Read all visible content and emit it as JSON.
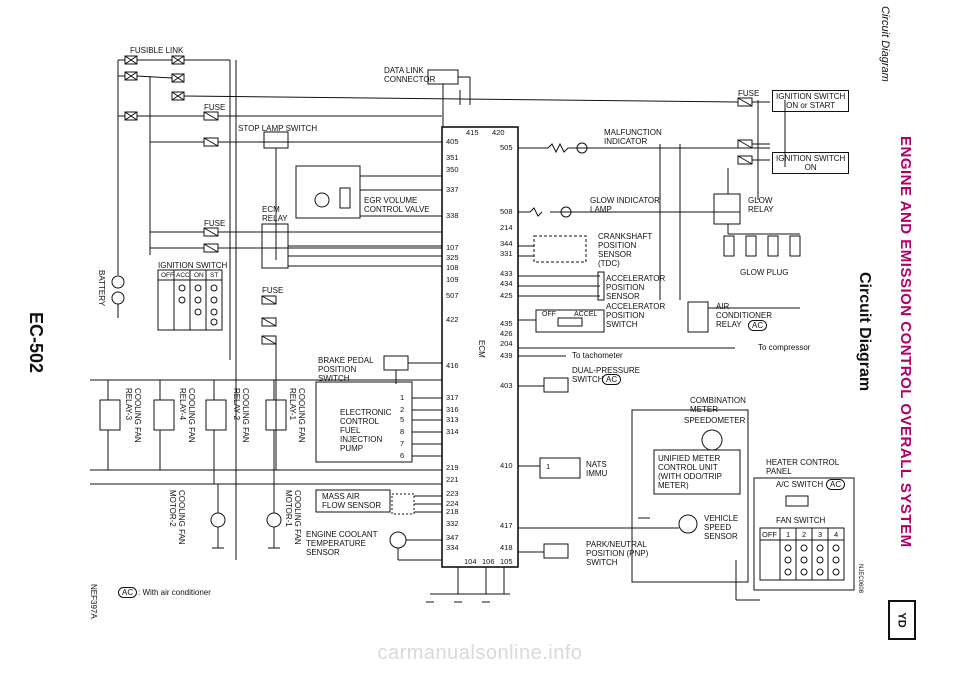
{
  "header": {
    "category": "Circuit Diagram",
    "title": "ENGINE AND EMISSION CONTROL OVERALL SYSTEM",
    "engine_code": "YD"
  },
  "diagram": {
    "title": "Circuit Diagram",
    "page_number": "EC-502",
    "figure_id": "NEF397A",
    "figure_id_right": "NJEC0608",
    "legend": ": With air conditioner",
    "ecm_label": "ECM",
    "labels": {
      "fusible_link": "FUSIBLE LINK",
      "fuse": "FUSE",
      "battery": "BATTERY",
      "ignition_switch": "IGNITION SWITCH",
      "ign_positions": [
        "OFF",
        "ACC",
        "ON",
        "ST"
      ],
      "stop_lamp": "STOP LAMP SWITCH",
      "ecm_relay": "ECM\nRELAY",
      "egr": "EGR VOLUME\nCONTROL VALVE",
      "dlc": "DATA LINK\nCONNECTOR",
      "ign_on_start": "IGNITION SWITCH\nON or START",
      "ign_on": "IGNITION SWITCH\nON",
      "malfunction": "MALFUNCTION\nINDICATOR",
      "glow_lamp": "GLOW INDICATOR\nLAMP",
      "glow_relay": "GLOW\nRELAY",
      "glow_plug": "GLOW PLUG",
      "ckp": "CRANKSHAFT\nPOSITION\nSENSOR\n(TDC)",
      "app": "ACCELERATOR\nPOSITION\nSENSOR",
      "aps": "ACCELERATOR\nPOSITION\nSWITCH",
      "off": "OFF",
      "accel": "ACCEL",
      "ac_relay": "AIR\nCONDITIONER\nRELAY",
      "to_compressor": "To compressor",
      "to_tachometer": "To tachometer",
      "dual_pressure": "DUAL-PRESSURE\nSWITCH",
      "brake_pedal": "BRAKE PEDAL\nPOSITION\nSWITCH",
      "efip": "ELECTRONIC\nCONTROL\nFUEL\nINJECTION\nPUMP",
      "combo_meter": "COMBINATION\nMETER",
      "speedometer": "SPEEDOMETER",
      "unified_meter": "UNIFIED METER\nCONTROL UNIT\n(WITH ODO/TRIP\nMETER)",
      "nats": "NATS\nIMMU",
      "vss": "VEHICLE\nSPEED\nSENSOR",
      "pnp": "PARK/NEUTRAL\nPOSITION (PNP)\nSWITCH",
      "maf": "MASS AIR\nFLOW SENSOR",
      "ect": "ENGINE COOLANT\nTEMPERATURE\nSENSOR",
      "heater_panel": "HEATER CONTROL\nPANEL",
      "ac_switch": "A/C SWITCH",
      "fan_switch": "FAN SWITCH",
      "fan_positions": [
        "OFF",
        "1",
        "2",
        "3",
        "4"
      ],
      "fan_relay_3": "COOLING FAN\nRELAY-3",
      "fan_relay_4": "COOLING FAN\nRELAY-4",
      "fan_relay_2": "COOLING FAN\nRELAY-2",
      "fan_relay_1": "COOLING FAN\nRELAY-1",
      "fan_motor_2": "COOLING FAN\nMOTOR-2",
      "fan_motor_1": "COOLING FAN\nMOTOR-1",
      "ac_badge": "AC"
    },
    "efip_pins": [
      "1",
      "2",
      "5",
      "8",
      "7",
      "6"
    ],
    "nats_pin": "1",
    "ecm_pins_left": [
      "405",
      "351",
      "350",
      "337",
      "338",
      "107",
      "325",
      "108",
      "109",
      "507",
      "422",
      "416",
      "317",
      "316",
      "313",
      "314",
      "219",
      "221",
      "223",
      "224",
      "218",
      "332",
      "347",
      "334"
    ],
    "ecm_pins_right": [
      "505",
      "508",
      "214",
      "344",
      "331",
      "433",
      "434",
      "425",
      "435",
      "426",
      "204",
      "439",
      "403",
      "410",
      "417",
      "418"
    ],
    "ecm_pins_top": [
      "415",
      "420"
    ],
    "ecm_pins_bottom": [
      "104",
      "106",
      "105"
    ]
  },
  "watermark": "carmanualsonline.info"
}
